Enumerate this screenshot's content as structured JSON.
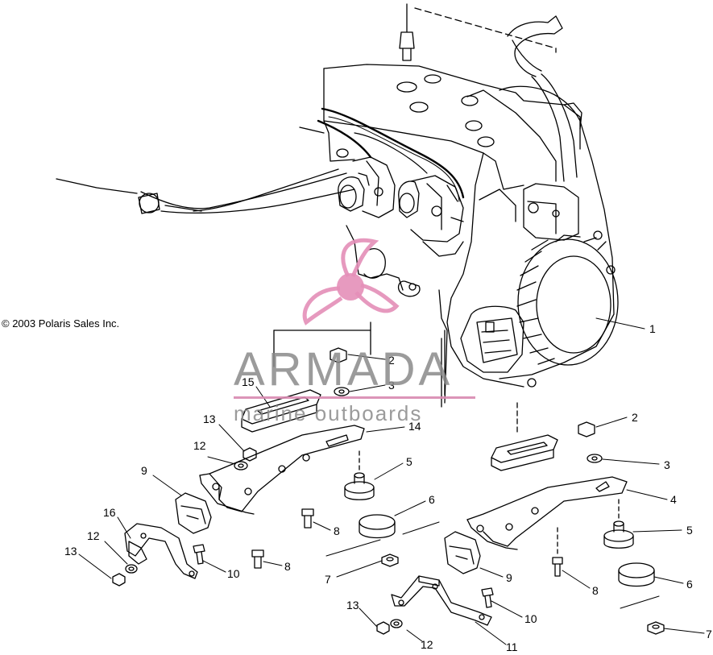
{
  "copyright": "© 2003 Polaris Sales Inc.",
  "watermark": {
    "title": "ARMADA",
    "subtitle": "marine outboards",
    "accent_color": "#e48fb8",
    "text_color": "#8a8a8a"
  },
  "callouts": {
    "c1": "1",
    "c2a": "2",
    "c2b": "2",
    "c3a": "3",
    "c3b": "3",
    "c4": "4",
    "c5a": "5",
    "c5b": "5",
    "c6a": "6",
    "c6b": "6",
    "c7a": "7",
    "c7b": "7",
    "c8a": "8",
    "c8b": "8",
    "c8c": "8",
    "c9a": "9",
    "c9b": "9",
    "c10a": "10",
    "c10b": "10",
    "c11": "11",
    "c12a": "12",
    "c12b": "12",
    "c12c": "12",
    "c13a": "13",
    "c13b": "13",
    "c13c": "13",
    "c14": "14",
    "c15": "15",
    "c16": "16"
  }
}
